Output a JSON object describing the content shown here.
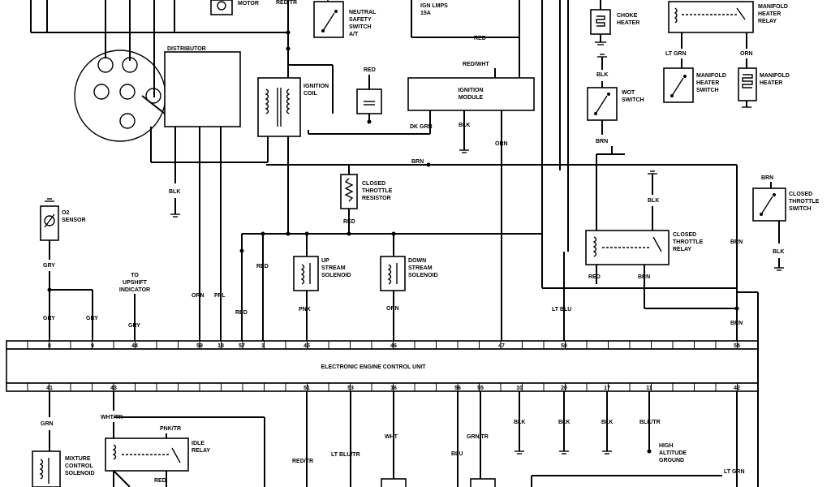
{
  "components": {
    "motor": "MOTOR",
    "neutral_switch": [
      "NEUTRAL",
      "SAFETY",
      "SWITCH",
      "A/T"
    ],
    "ign_lmps": [
      "IGN LMPS",
      "15A"
    ],
    "choke_heater": [
      "CHOKE",
      "HEATER"
    ],
    "manifold_heater_relay": [
      "MANIFOLD",
      "HEATER",
      "RELAY"
    ],
    "distributor": "DISTRIBUTOR",
    "ignition_coil": [
      "IGNITION",
      "COIL"
    ],
    "ignition_module": [
      "IGNITION",
      "MODULE"
    ],
    "manifold_heater_switch": [
      "MANIFOLD",
      "HEATER",
      "SWITCH"
    ],
    "manifold_heater": [
      "MANIFOLD",
      "HEATER"
    ],
    "wot_switch": [
      "WOT",
      "SWITCH"
    ],
    "closed_throttle_resistor": [
      "CLOSED",
      "THROTTLE",
      "RESISTOR"
    ],
    "closed_throttle_switch": [
      "CLOSED",
      "THROTTLE",
      "SWITCH"
    ],
    "o2_sensor": [
      "O2",
      "SENSOR"
    ],
    "closed_throttle_relay": [
      "CLOSED",
      "THROTTLE",
      "RELAY"
    ],
    "upshift": [
      "TO",
      "UPSHIFT",
      "INDICATOR"
    ],
    "up_solenoid": [
      "UP",
      "STREAM",
      "SOLENOID"
    ],
    "down_solenoid": [
      "DOWN",
      "STREAM",
      "SOLENOID"
    ],
    "ecu": "ELECTRONIC ENGINE CONTROL UNIT",
    "idle_relay": [
      "IDLE",
      "RELAY"
    ],
    "mixture_solenoid": [
      "MIXTURE",
      "CONTROL",
      "SOLENOID"
    ],
    "high_altitude": [
      "HIGH",
      "ALTITUDE",
      "GROUND"
    ]
  },
  "wires": {
    "red_tr_top": "RED/TR",
    "red_top": "RED",
    "red_wht": "RED/WHT",
    "red_coil": "RED",
    "dk_grn": "DK GRN",
    "blk_module": "BLK",
    "orn_module": "ORN",
    "brn_mid": "BRN",
    "lt_grn": "LT GRN",
    "orn_mh": "ORN",
    "blk_wot": "BLK",
    "brn_wot": "BRN",
    "blk_dist": "BLK",
    "red_resistor": "RED",
    "brn_cts": "BRN",
    "blk_relay": "BLK",
    "blk_cts": "BLK",
    "brn_right": "BRN",
    "gry_o2": "GRY",
    "red_relay": "RED",
    "brn_relay": "BRN",
    "orn_59": "ORN",
    "ppl_18": "PPL",
    "red_1": "RED",
    "red_57": "RED",
    "pnk": "PNK",
    "orn_down": "ORN",
    "lt_blu": "LT BLU",
    "gry_8": "GRY",
    "gry_9": "GRY",
    "gry_44": "GRY",
    "brn_54": "BRN",
    "grn_41": "GRN",
    "wht_tr": "WHT/TR",
    "pnk_tr": "PNK/TR",
    "red_idle": "RED",
    "red_tr_51": "RED/TR",
    "lt_blu_tr": "LT BLU/TR",
    "wht_16": "WHT",
    "blu_56": "BLU",
    "grn_tr": "GRN/TR",
    "blk_10": "BLK",
    "blk_20": "BLK",
    "blk_17": "BLK",
    "blk_tr": "BLK/TR",
    "lt_grn_42": "LT GRN"
  },
  "pins_top": [
    "8",
    "9",
    "44",
    "59",
    "18",
    "57",
    "1",
    "45",
    "46",
    "47",
    "58",
    "54"
  ],
  "pins_bottom": [
    "41",
    "43",
    "51",
    "53",
    "16",
    "56",
    "55",
    "10",
    "20",
    "17",
    "11",
    "42"
  ]
}
